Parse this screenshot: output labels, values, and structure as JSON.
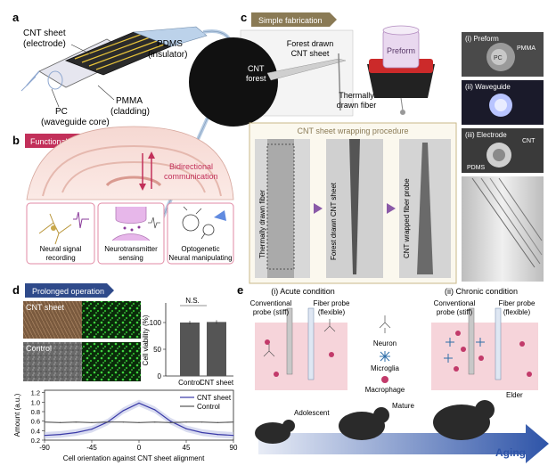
{
  "panel_letters": {
    "a": "a",
    "b": "b",
    "c": "c",
    "d": "d",
    "e": "e"
  },
  "panel_a": {
    "cnt_sheet": "CNT sheet",
    "electrode": "(electrode)",
    "pdms": "PDMS",
    "insulator": "(insulator)",
    "pmma": "PMMA",
    "cladding": "(cladding)",
    "pc": "PC",
    "waveguide_core": "(waveguide core)"
  },
  "panel_b": {
    "banner": "Functional integration",
    "bidirectional_1": "Bidirectional",
    "bidirectional_2": "communication",
    "box1_1": "Neural signal",
    "box1_2": "recording",
    "box2_1": "Neurotransmitter",
    "box2_2": "sensing",
    "box3_1": "Optogenetic",
    "box3_2": "Neural manipulating"
  },
  "panel_c": {
    "banner": "Simple fabrication",
    "forest_drawn_1": "Forest drawn",
    "forest_drawn_2": "CNT sheet",
    "cnt_forest_1": "CNT",
    "cnt_forest_2": "forest",
    "preform": "Preform",
    "thermally_1": "Thermally",
    "thermally_2": "drawn fiber",
    "wrap_title": "CNT sheet wrapping procedure",
    "vert_1": "Thermally drawn fiber",
    "vert_2": "Forest drawn CNT sheet",
    "vert_3": "CNT wrapped fiber probe",
    "inset_i": "(i) Preform",
    "inset_i_pmma": "PMMA",
    "inset_i_pc": "PC",
    "inset_ii": "(ii) Waveguide",
    "inset_iii": "(iii) Electrode",
    "inset_iii_cnt": "CNT",
    "inset_iii_pdms": "PDMS"
  },
  "panel_d": {
    "banner": "Prolonged operation",
    "img1_label": "CNT sheet",
    "img2_label": "Control",
    "ns": "N.S.",
    "bar_ylabel": "Cell viability (%)",
    "bar_chart": {
      "type": "bar",
      "categories": [
        "Control",
        "CNT sheet"
      ],
      "values": [
        100,
        101
      ],
      "ylim": [
        0,
        120
      ],
      "yticks": [
        0,
        50,
        100
      ],
      "colors": [
        "#555555",
        "#555555"
      ]
    },
    "line_ylabel": "Amount (a.u.)",
    "line_xlabel": "Cell orientation against CNT sheet alignment",
    "legend": [
      "CNT sheet",
      "Control"
    ]
  },
  "chart_data": {
    "type": "line",
    "x": [
      -90,
      -75,
      -60,
      -45,
      -30,
      -15,
      0,
      15,
      30,
      45,
      60,
      75,
      90
    ],
    "series": [
      {
        "name": "CNT sheet",
        "color": "#3a3aa8",
        "values": [
          0.3,
          0.32,
          0.36,
          0.43,
          0.58,
          0.82,
          0.98,
          0.84,
          0.6,
          0.44,
          0.36,
          0.32,
          0.3
        ]
      },
      {
        "name": "Control",
        "color": "#555555",
        "values": [
          0.58,
          0.57,
          0.58,
          0.57,
          0.58,
          0.58,
          0.57,
          0.58,
          0.57,
          0.58,
          0.58,
          0.57,
          0.58
        ]
      }
    ],
    "xticks": [
      -90,
      -45,
      0,
      45,
      90
    ],
    "yticks": [
      0.2,
      0.4,
      0.6,
      0.8,
      1.0,
      1.2
    ],
    "xlim": [
      -90,
      90
    ],
    "ylim": [
      0.2,
      1.25
    ],
    "xlabel": "Cell orientation against CNT sheet alignment",
    "ylabel": "Amount (a.u.)",
    "legend_position": "top-right"
  },
  "panel_e": {
    "acute": "(i) Acute condition",
    "chronic": "(ii) Chronic condition",
    "conv_1": "Conventional",
    "conv_2": "probe (stiff)",
    "fiber_1": "Fiber probe",
    "fiber_2": "(flexible)",
    "neuron": "Neuron",
    "microglia": "Microglia",
    "macrophage": "Macrophage",
    "adolescent": "Adolescent",
    "mature": "Mature",
    "elder": "Elder",
    "aging": "Aging"
  }
}
